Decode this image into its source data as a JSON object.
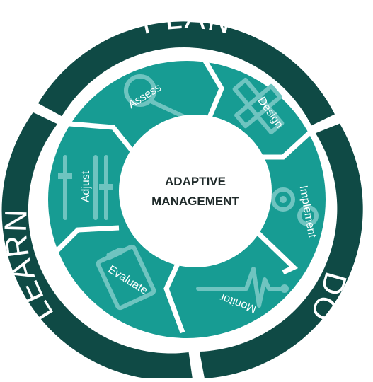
{
  "diagram": {
    "center": {
      "line1": "ADAPTIVE",
      "line2": "MANAGEMENT"
    },
    "phases": [
      {
        "id": "plan",
        "label": "PLAN"
      },
      {
        "id": "do",
        "label": "DO"
      },
      {
        "id": "learn",
        "label": "LEARN"
      }
    ],
    "steps": [
      {
        "id": "assess",
        "label": "Assess",
        "icon": "magnifier-icon"
      },
      {
        "id": "design",
        "label": "Design",
        "icon": "blueprint-icon"
      },
      {
        "id": "implement",
        "label": "Implement",
        "icon": "gears-icon"
      },
      {
        "id": "monitor",
        "label": "Monitor",
        "icon": "heartbeat-icon"
      },
      {
        "id": "evaluate",
        "label": "Evaluate",
        "icon": "clipboard-icon"
      },
      {
        "id": "adjust",
        "label": "Adjust",
        "icon": "sliders-icon"
      }
    ],
    "colors": {
      "ring": "#0f4a45",
      "segment": "#179c93",
      "icon": "#6fc4c0",
      "center_fill": "#ffffff",
      "center_text": "#1f2a2a"
    }
  }
}
